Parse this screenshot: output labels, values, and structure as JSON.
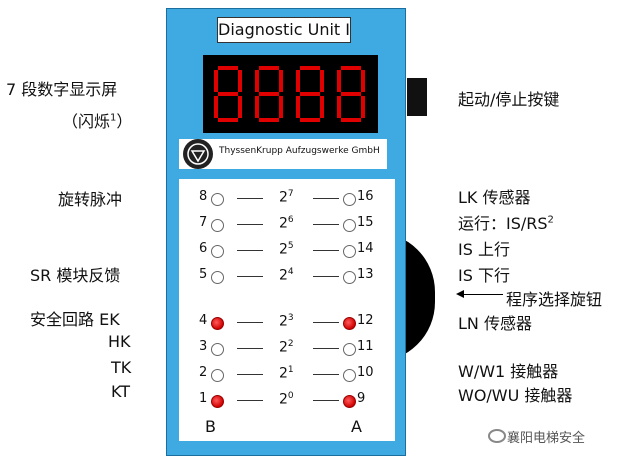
{
  "unit": {
    "title": "Diagnostic Unit I",
    "display_digits": [
      "8",
      "8",
      "8",
      "8"
    ],
    "company": "ThyssenKrupp Aufzugswerke GmbH",
    "column_b": "B",
    "column_a": "A",
    "rows": [
      {
        "left_num": "8",
        "left_on": false,
        "exp": "7",
        "right_num": "16",
        "right_on": false
      },
      {
        "left_num": "7",
        "left_on": false,
        "exp": "6",
        "right_num": "15",
        "right_on": false
      },
      {
        "left_num": "6",
        "left_on": false,
        "exp": "5",
        "right_num": "14",
        "right_on": false
      },
      {
        "left_num": "5",
        "left_on": false,
        "exp": "4",
        "right_num": "13",
        "right_on": false
      },
      {
        "left_num": "4",
        "left_on": true,
        "exp": "3",
        "right_num": "12",
        "right_on": true
      },
      {
        "left_num": "3",
        "left_on": false,
        "exp": "2",
        "right_num": "11",
        "right_on": false
      },
      {
        "left_num": "2",
        "left_on": false,
        "exp": "1",
        "right_num": "10",
        "right_on": false
      },
      {
        "left_num": "1",
        "left_on": true,
        "exp": "0",
        "right_num": "9",
        "right_on": true
      }
    ]
  },
  "left_labels": {
    "display": "7 段数字显示屏",
    "flash": "（闪烁",
    "flash_sup": "1",
    "flash_close": "）",
    "rotation_pulse": "旋转脉冲",
    "sr_feedback": "SR 模块反馈",
    "safety_ek": "安全回路 EK",
    "hk": "HK",
    "tk": "TK",
    "kt": "KT"
  },
  "right_labels": {
    "start_stop": "起动/停止按键",
    "lk_sensor": "LK 传感器",
    "run_is_rs": "运行：IS/RS",
    "run_sup": "2",
    "is_up": "IS 上行",
    "is_down": "IS 下行",
    "program_knob": "程序选择旋钮",
    "ln_sensor": "LN 传感器",
    "w_contactor": "W/W1 接触器",
    "wo_contactor": "WO/WU 接触器"
  },
  "base": "2",
  "watermark": "襄阳电梯安全",
  "colors": {
    "unit_blue": "#3fa9e1",
    "led_red": "#d00000",
    "digit_red": "#e00000"
  }
}
